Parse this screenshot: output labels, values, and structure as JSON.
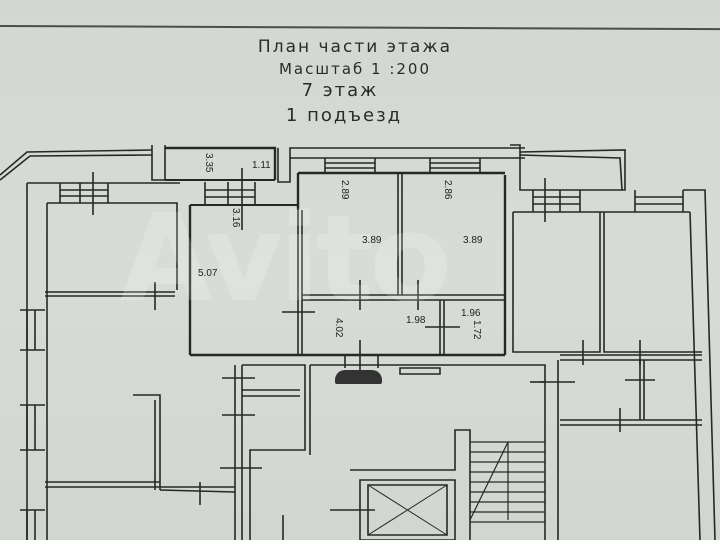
{
  "document": {
    "title": "План части этажа",
    "scale": "Масштаб  1 :200",
    "floor": "7 этаж",
    "entrance": "1 подъезд"
  },
  "watermark": "Avito",
  "rooms": {
    "storage_top": {
      "width": "3.35",
      "length": "1.11"
    },
    "room_left": {
      "width": "3.16",
      "length": "5.07"
    },
    "room_mid_a": {
      "width": "2.89",
      "length": "3.89"
    },
    "room_mid_b": {
      "width": "2.86",
      "length": "3.89"
    },
    "hall": {
      "width": "4.02",
      "length": "1.98"
    },
    "bath": {
      "width": "1.72",
      "length": "1.96"
    }
  },
  "colors": {
    "paper": "#d5d9d4",
    "line": "#262826",
    "fill_dark": "#333333"
  }
}
